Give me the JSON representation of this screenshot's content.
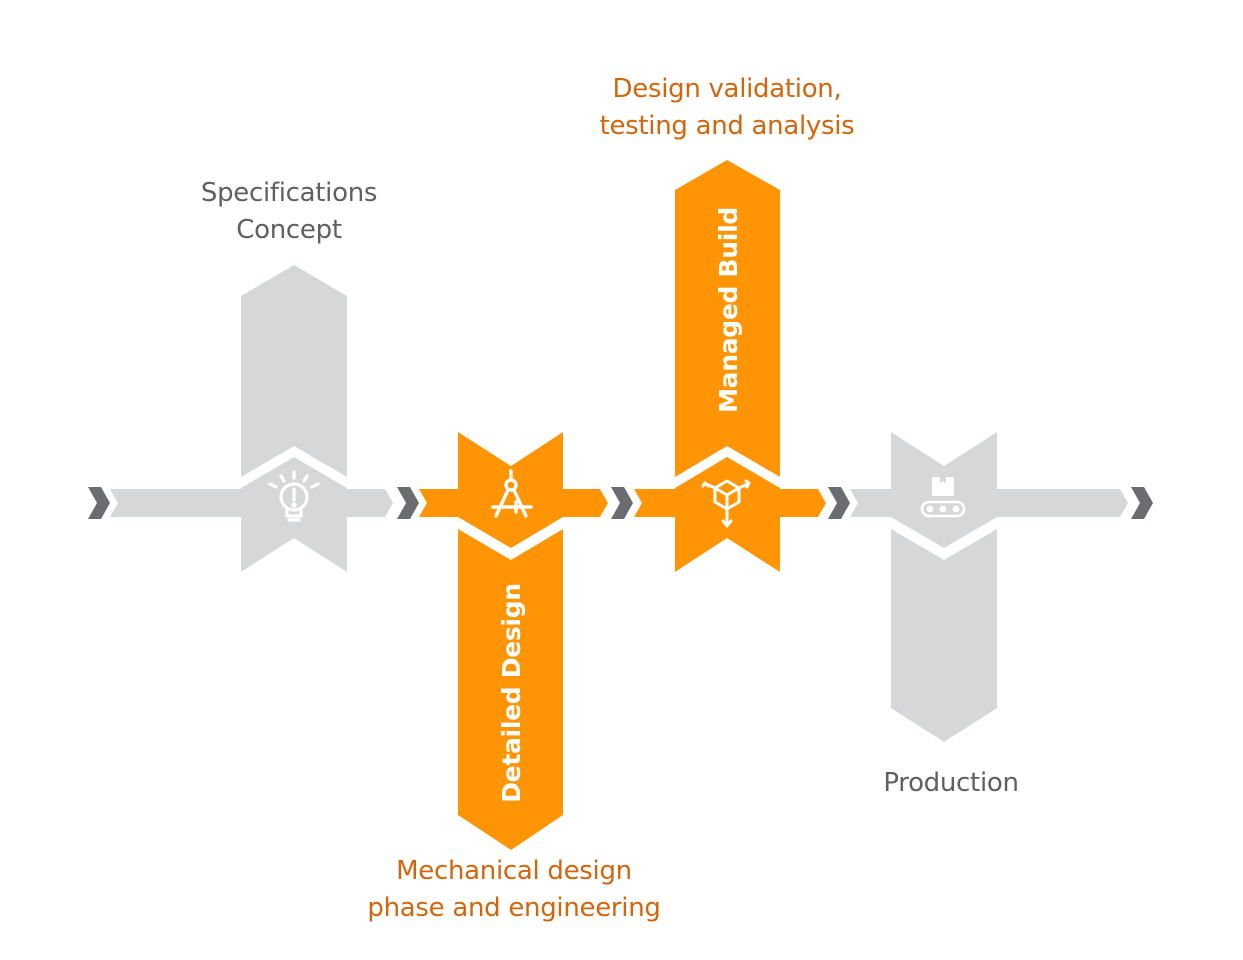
{
  "diagram": {
    "title": "Product development process",
    "colors": {
      "active": "#ff9505",
      "inactive": "#d6d7d8",
      "chevron": "#6b6c6f",
      "caption_active": "#d2660d",
      "caption_inactive": "#5f6062",
      "icon": "#ffffff"
    },
    "stages": [
      {
        "id": "specifications",
        "caption_lines": [
          "Specifications",
          "Concept"
        ],
        "band_label": "",
        "icon": "lightbulb-icon",
        "state": "inactive",
        "direction": "up"
      },
      {
        "id": "detailed-design",
        "caption_lines": [
          "Mechanical design",
          "phase and engineering"
        ],
        "band_label": "Detailed Design",
        "icon": "compass-icon",
        "state": "active",
        "direction": "down"
      },
      {
        "id": "managed-build",
        "caption_lines": [
          "Design validation,",
          "testing and analysis"
        ],
        "band_label": "Managed Build",
        "icon": "box-3d-icon",
        "state": "active",
        "direction": "up"
      },
      {
        "id": "production",
        "caption_lines": [
          "Production"
        ],
        "band_label": "",
        "icon": "conveyor-icon",
        "state": "inactive",
        "direction": "down"
      }
    ]
  }
}
